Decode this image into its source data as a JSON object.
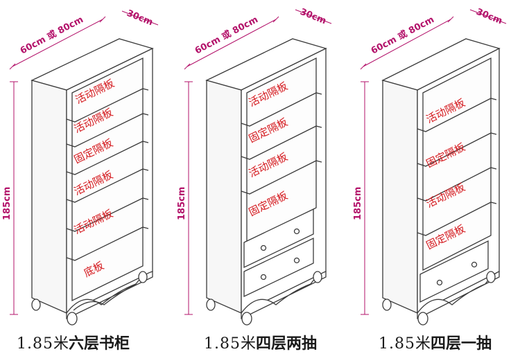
{
  "dimensions": {
    "width": "60cm 或 80cm",
    "depth": "30cm",
    "height": "185cm"
  },
  "cabinets": [
    {
      "caption_size": "1.85",
      "caption_unit": "米",
      "caption_name": "六层书柜",
      "shelves": [
        "活动隔板",
        "活动隔板",
        "固定隔板",
        "活动隔板",
        "活动隔板",
        "底板"
      ],
      "drawers": 0
    },
    {
      "caption_size": "1.85",
      "caption_unit": "米",
      "caption_name": "四层两抽",
      "shelves": [
        "活动隔板",
        "固定隔板",
        "活动隔板",
        "固定隔板"
      ],
      "drawers": 2
    },
    {
      "caption_size": "1.85",
      "caption_unit": "米",
      "caption_name": "四层一抽",
      "shelves": [
        "活动隔板",
        "固定隔板",
        "活动隔板",
        "固定隔板"
      ],
      "drawers": 1
    }
  ],
  "colors": {
    "outline": "#3a3a3a",
    "dimension": "#b3126a",
    "label": "#d4171c",
    "wood": "#ffffff"
  }
}
